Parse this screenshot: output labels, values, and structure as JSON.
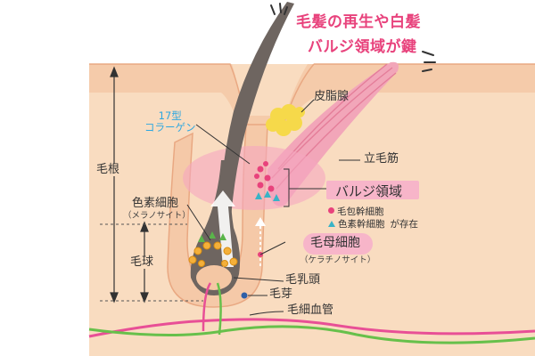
{
  "headline": {
    "line1": "毛髪の再生や白髪",
    "line2": "バルジ領域が鍵"
  },
  "labels": {
    "sebaceous_gland": "皮脂腺",
    "collagen": "17型\nコラーゲン",
    "arrector_pili": "立毛筋",
    "hair_root": "毛根",
    "melanocyte": "色素細胞",
    "melanocyte_sub": "（メラノサイト）",
    "hair_bulb": "毛球",
    "bulge_region": "バルジ領域",
    "stem_follicle": "毛包幹細胞",
    "stem_pigment": "色素幹細胞",
    "exist": "が存在",
    "matrix_cell": "毛母細胞",
    "matrix_sub": "（ケラチノサイト）",
    "papilla": "毛乳頭",
    "hair_germ": "毛芽",
    "capillary": "毛細血管"
  },
  "colors": {
    "accent_pink": "#e8427c",
    "blue_label": "#2ea7e0",
    "skin": "#f9dcc0",
    "bulge_fill": "#f7b5c9",
    "stem_dot": "#e8427c",
    "pigment_triangle": "#39b3c6"
  }
}
